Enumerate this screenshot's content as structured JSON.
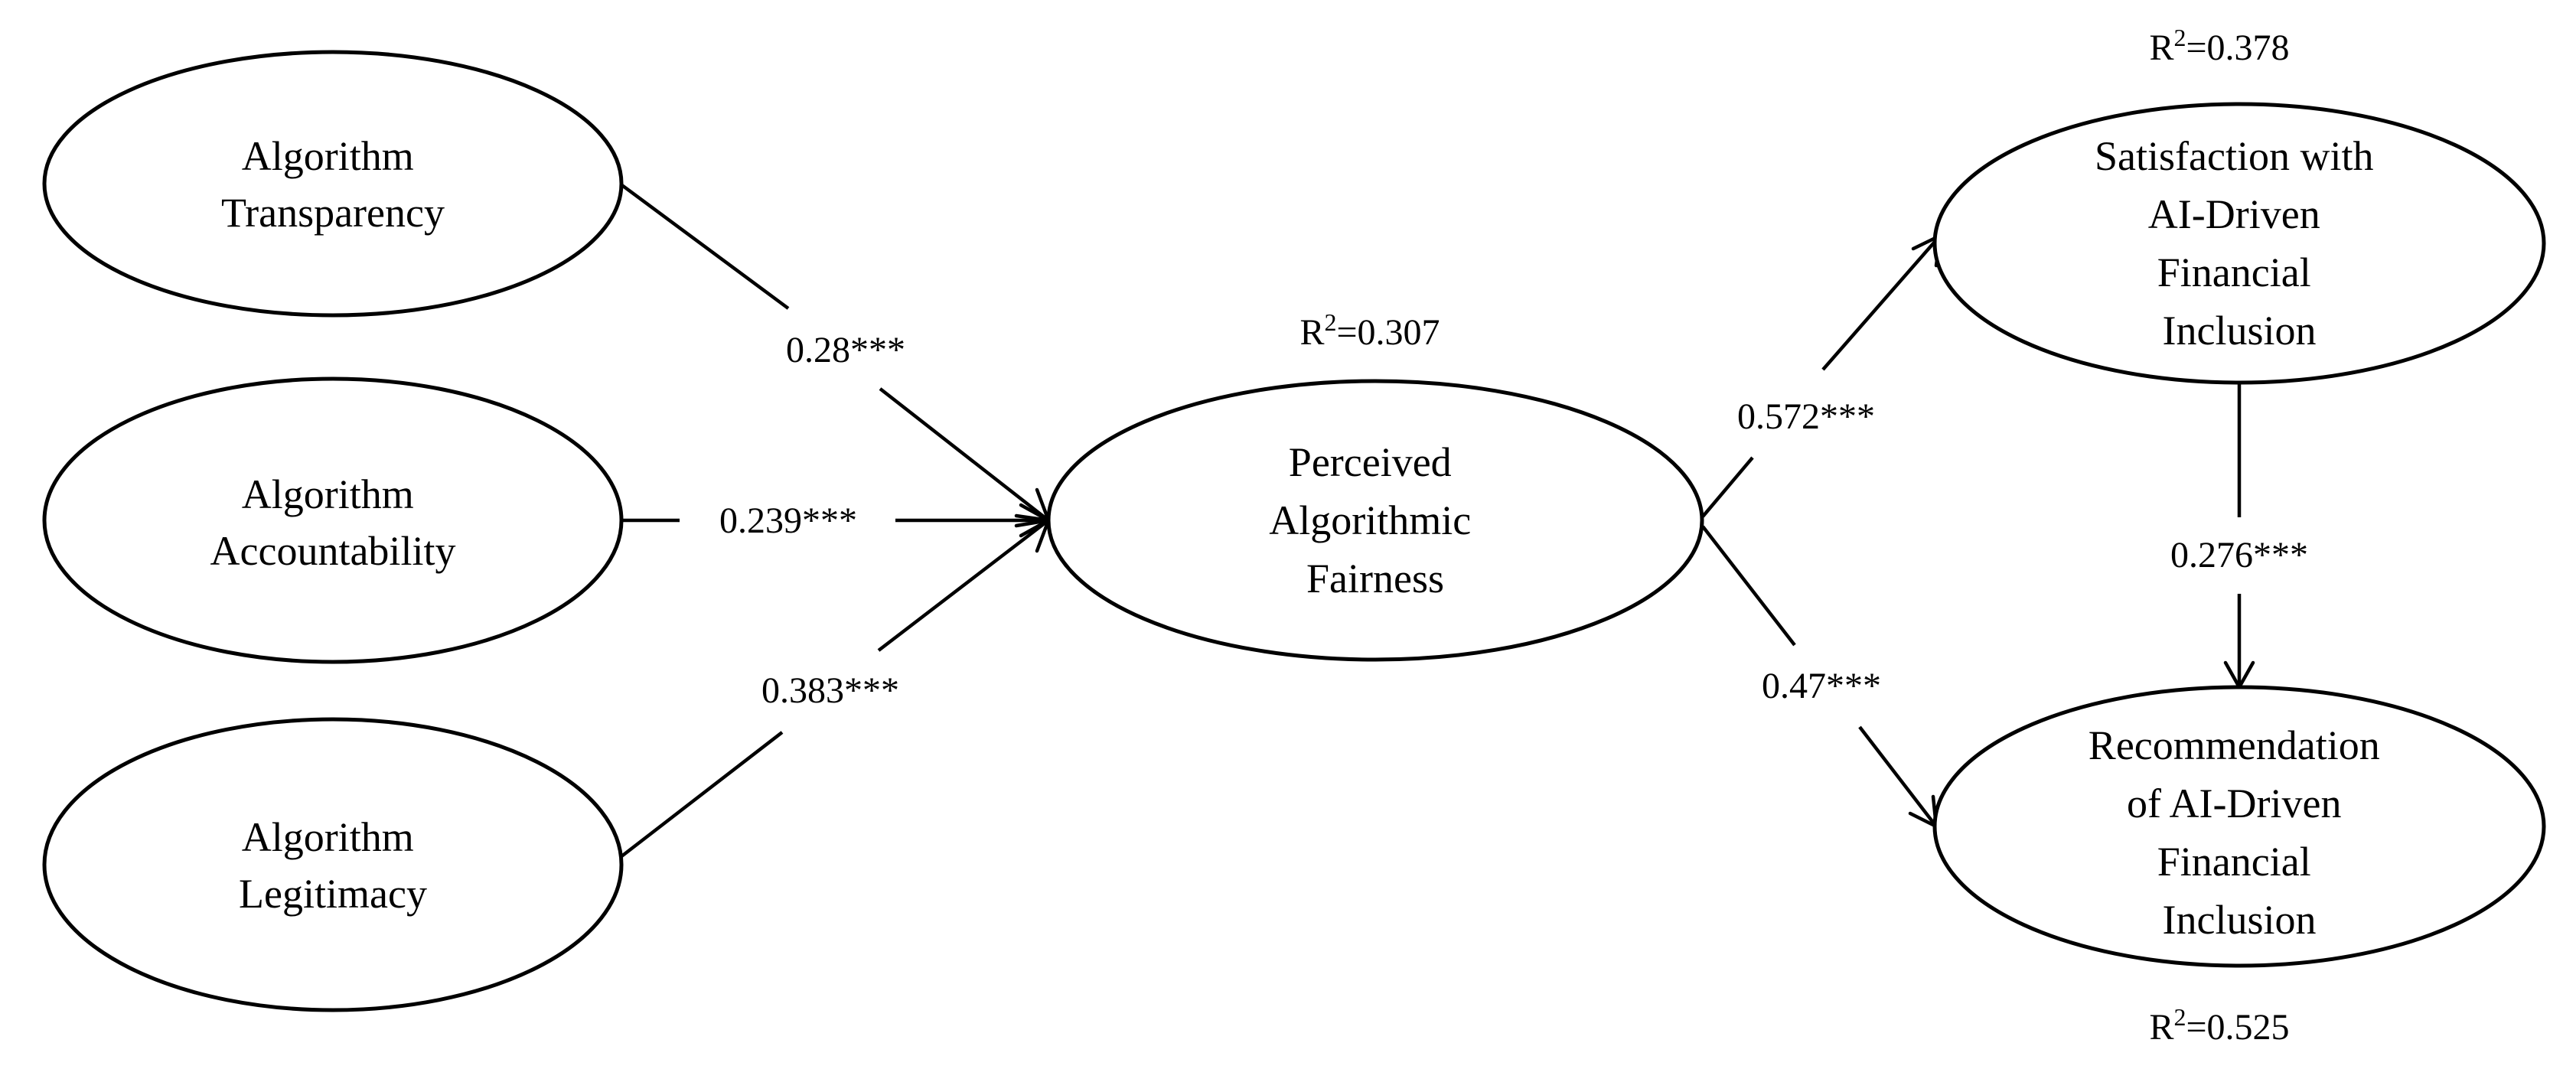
{
  "nodes": {
    "transparency": {
      "lines": [
        "Algorithm",
        "Transparency"
      ]
    },
    "accountability": {
      "lines": [
        "Algorithm",
        "Accountability"
      ]
    },
    "legitimacy": {
      "lines": [
        "Algorithm",
        "Legitimacy"
      ]
    },
    "fairness": {
      "lines": [
        "Perceived",
        "Algorithmic",
        "Fairness"
      ],
      "r2_label": "R",
      "r2_sup": "2",
      "r2_value": "=0.307"
    },
    "satisfaction": {
      "lines": [
        "Satisfaction with",
        "AI-Driven",
        "Financial",
        "Inclusion"
      ],
      "r2_label": "R",
      "r2_sup": "2",
      "r2_value": "=0.378"
    },
    "recommendation": {
      "lines": [
        "Recommendation",
        "of AI-Driven",
        "Financial",
        "Inclusion"
      ],
      "r2_label": "R",
      "r2_sup": "2",
      "r2_value": "=0.525"
    }
  },
  "paths": {
    "transparency_fairness": "0.28***",
    "accountability_fairness": "0.239***",
    "legitimacy_fairness": "0.383***",
    "fairness_satisfaction": "0.572***",
    "fairness_recommendation": "0.47***",
    "satisfaction_recommendation": "0.276***"
  }
}
